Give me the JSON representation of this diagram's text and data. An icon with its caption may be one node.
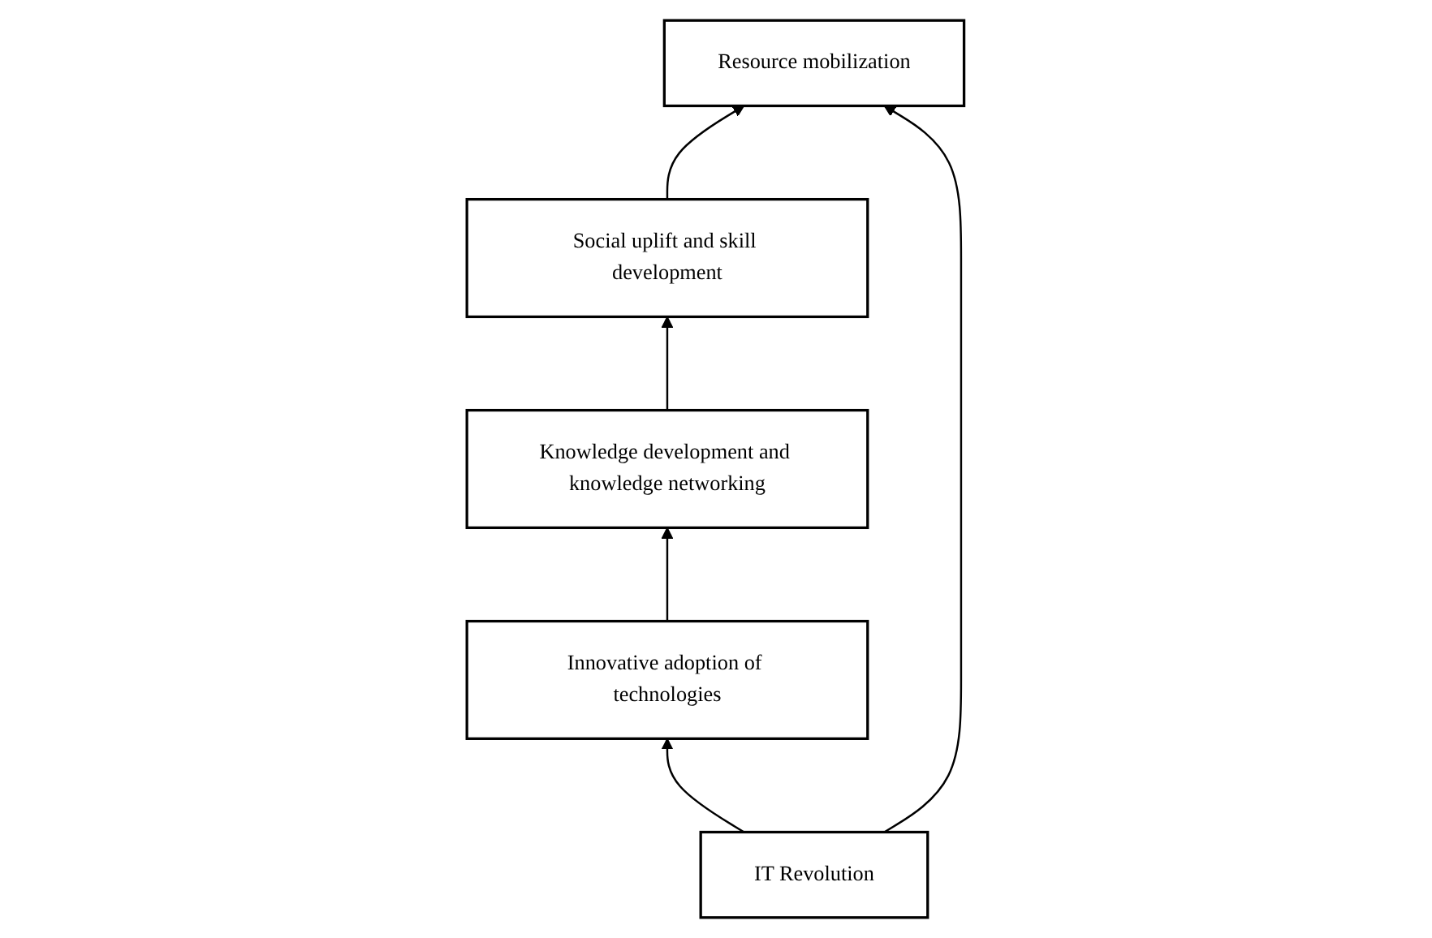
{
  "diagram": {
    "nodes": [
      {
        "text": [
          "Social uplift and skill development"
        ]
      },
      {
        "text": [
          "Knowledge development and knowledge networking"
        ]
      },
      {
        "text": [
          "Resource mobilization"
        ]
      },
      {
        "text": [
          "Innovative adoption of technologies"
        ]
      },
      {
        "text": [
          "IT Revolution"
        ]
      }
    ],
    "edges": [
      {
        "from": 1,
        "to": 0,
        "arrow": "to"
      },
      {
        "from": 0,
        "to": 2,
        "arrow": "to"
      },
      {
        "from": 3,
        "to": 1,
        "arrow": "to"
      },
      {
        "from": 4,
        "to": 2,
        "arrow": "to"
      },
      {
        "from": 4,
        "to": 3,
        "arrow": "to"
      }
    ]
  }
}
